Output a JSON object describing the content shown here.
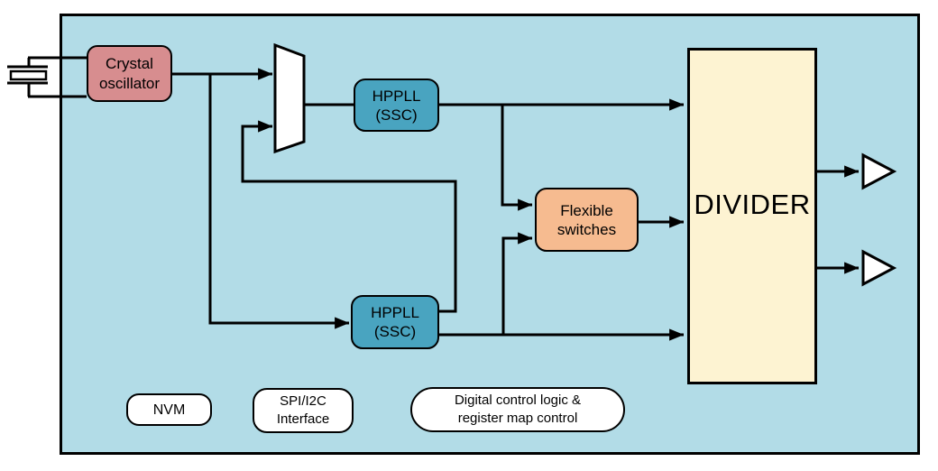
{
  "diagram": {
    "type": "block-diagram",
    "colors": {
      "chip_fill": "#b2dce7",
      "oscillator_fill": "#d78d8f",
      "pll_fill": "#49a4c0",
      "switches_fill": "#f6bb90",
      "divider_fill": "#fdf3d2",
      "control_fill": "#ffffff",
      "line": "#000000"
    },
    "blocks": {
      "crystal_oscillator": {
        "line1": "Crystal",
        "line2": "oscillator"
      },
      "hppll_top": {
        "line1": "HPPLL",
        "line2": "(SSC)"
      },
      "hppll_bottom": {
        "line1": "HPPLL",
        "line2": "(SSC)"
      },
      "flexible_switches": {
        "line1": "Flexible",
        "line2": "switches"
      },
      "divider": {
        "label": "DIVIDER"
      },
      "nvm": {
        "label": "NVM"
      },
      "spi_i2c": {
        "line1": "SPI/I2C",
        "line2": "Interface"
      },
      "digital_control": {
        "line1": "Digital control logic &",
        "line2": "register map control"
      }
    },
    "icons": {
      "crystal": "crystal-symbol",
      "mux": "mux-trapezoid",
      "output_buffer_1": "buffer-triangle",
      "output_buffer_2": "buffer-triangle"
    }
  }
}
